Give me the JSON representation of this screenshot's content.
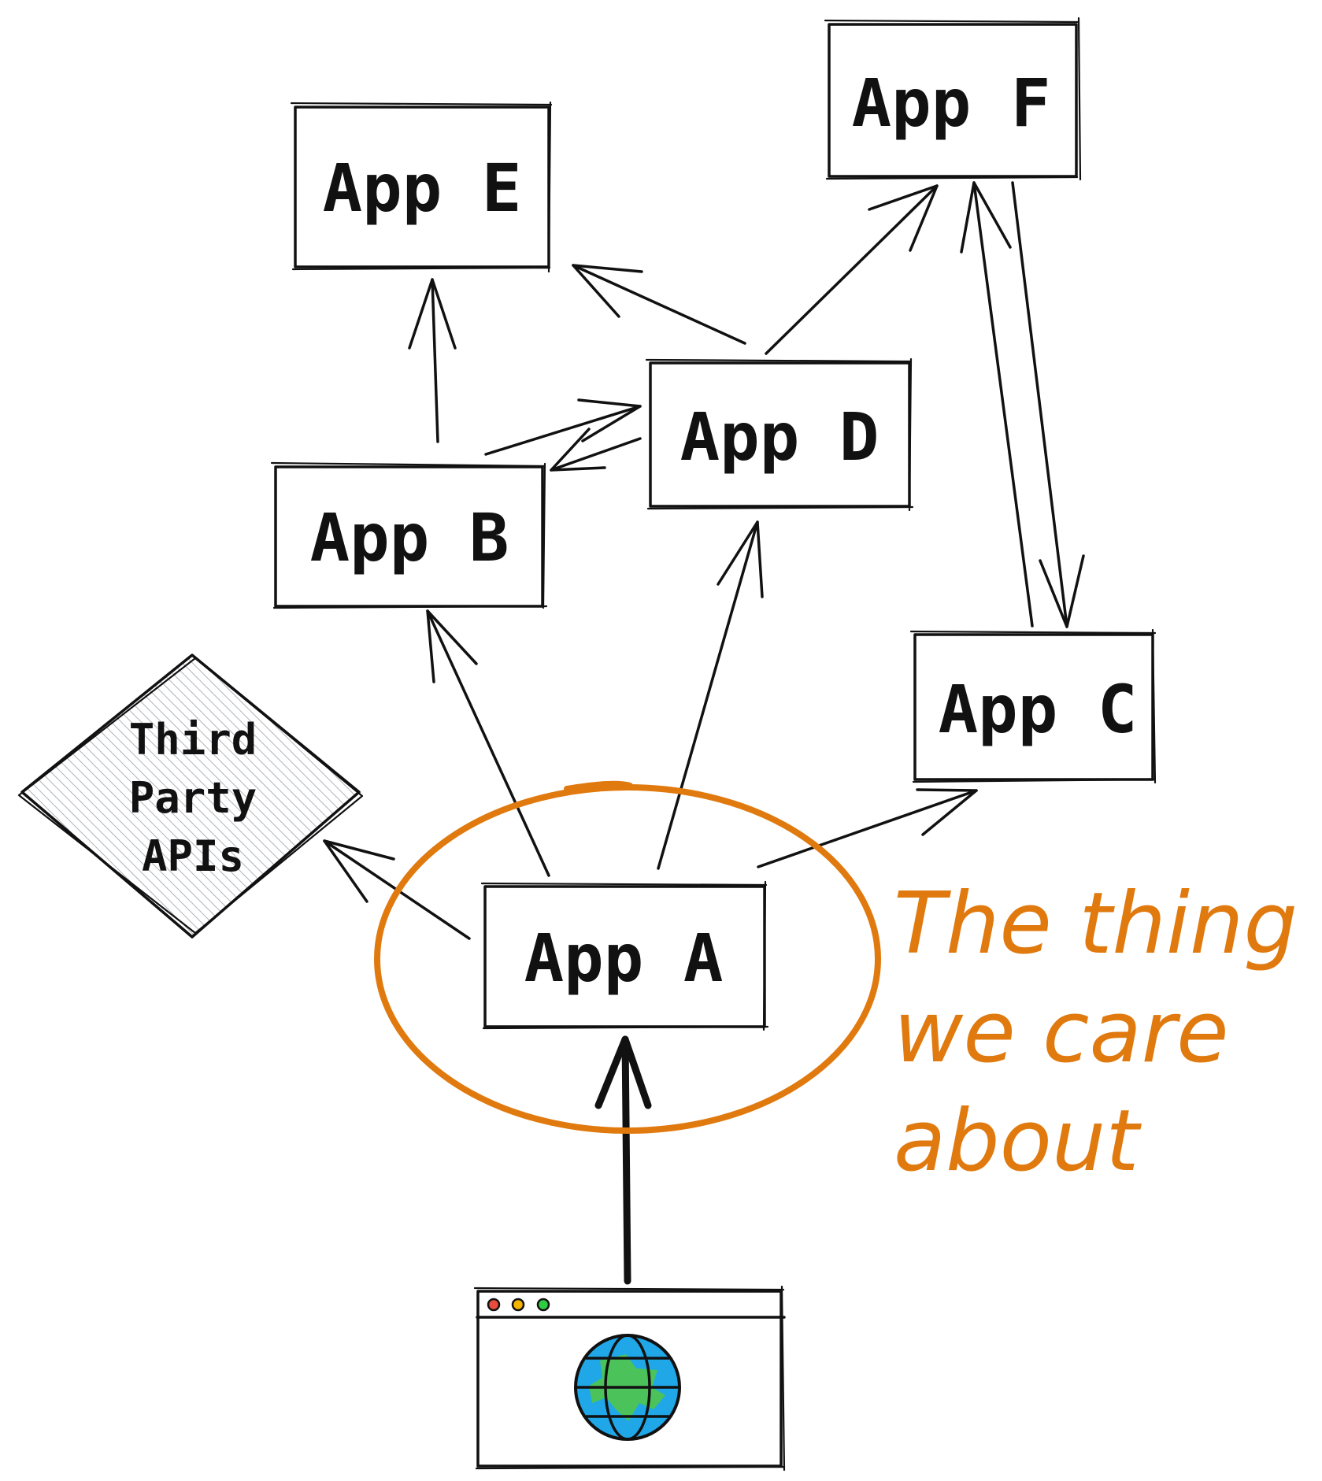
{
  "nodes": {
    "app_a": "App A",
    "app_b": "App B",
    "app_c": "App C",
    "app_d": "App D",
    "app_e": "App E",
    "app_f": "App F",
    "third_party": [
      "Third",
      "Party",
      "APIs"
    ]
  },
  "annotation": {
    "lines": [
      "The thing",
      "we care",
      "about"
    ],
    "color": "#E07A0F"
  },
  "browser": {
    "dots": [
      "#E74C3C",
      "#F5B400",
      "#2ECC40"
    ],
    "globe_water": "#1FA7E8",
    "globe_land": "#4CC35A"
  }
}
